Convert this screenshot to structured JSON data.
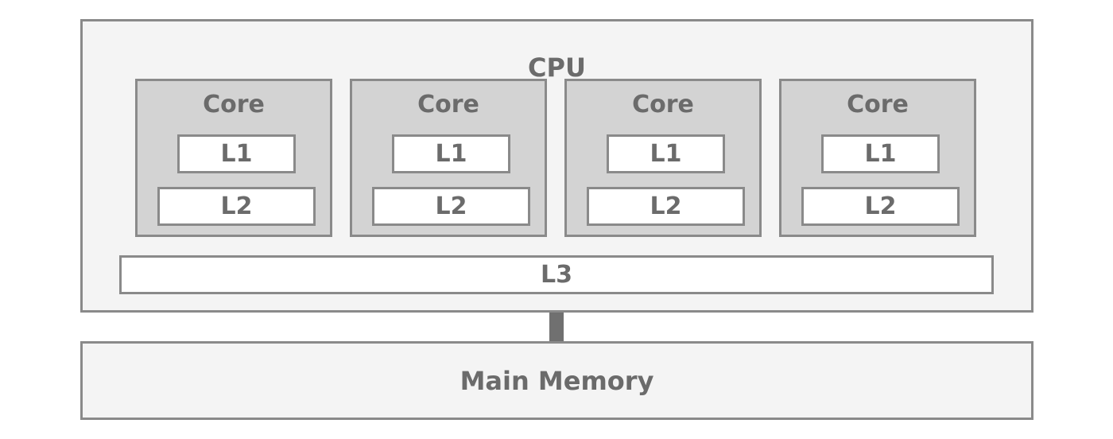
{
  "cpu": {
    "label": "CPU"
  },
  "cores": [
    {
      "label": "Core",
      "l1": "L1",
      "l2": "L2"
    },
    {
      "label": "Core",
      "l1": "L1",
      "l2": "L2"
    },
    {
      "label": "Core",
      "l1": "L1",
      "l2": "L2"
    },
    {
      "label": "Core",
      "l1": "L1",
      "l2": "L2"
    }
  ],
  "l3": {
    "label": "L3"
  },
  "memory": {
    "label": "Main Memory"
  },
  "colors": {
    "outer_fill": "#f4f4f4",
    "core_fill": "#d3d3d3",
    "cache_fill": "#ffffff",
    "border": "#8a8a8a",
    "link": "#707070",
    "text": "#6b6b6b"
  }
}
